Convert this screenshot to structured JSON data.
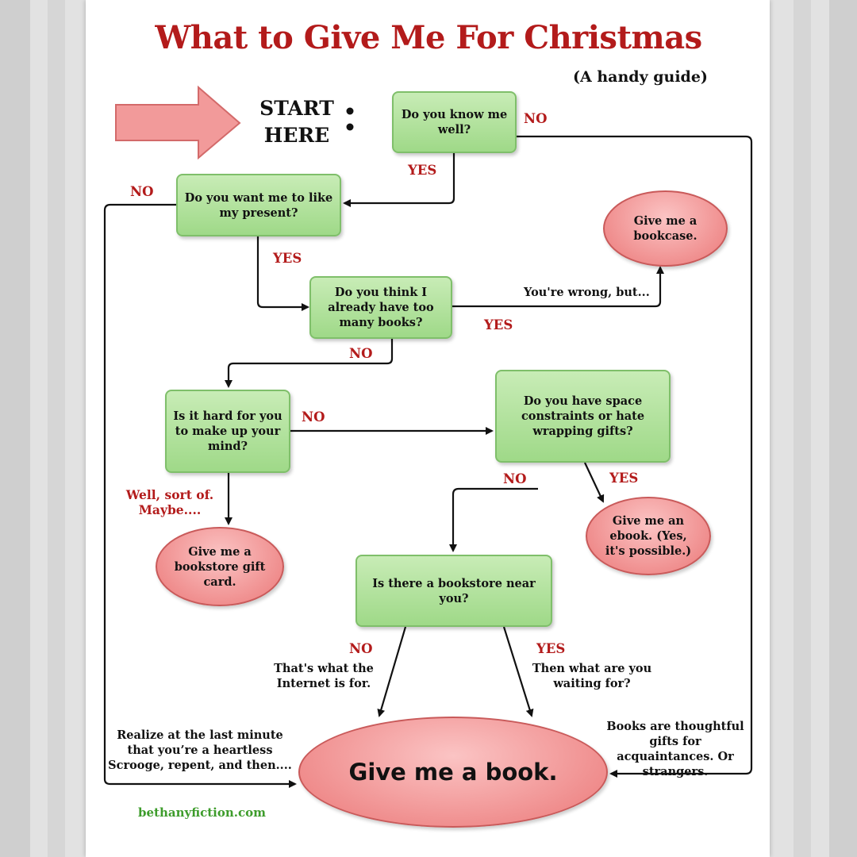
{
  "title": "What to Give Me For Christmas",
  "subtitle": "(A handy guide)",
  "start": {
    "line1": "START",
    "line2": "HERE"
  },
  "questions": {
    "know_me": "Do you know me well?",
    "like_present": "Do you want me to like my present?",
    "too_many_books": "Do you think I already have too many books?",
    "hard_to_decide": "Is it hard for you to make up your mind?",
    "space_constraints": "Do you have space constraints or hate wrapping gifts?",
    "bookstore_near": "Is there a bookstore near you?"
  },
  "outcomes": {
    "bookcase": "Give me a bookcase.",
    "ebook": "Give me an ebook. (Yes, it's possible.)",
    "gift_card": "Give me a bookstore gift card.",
    "book": "Give me a book."
  },
  "branch_labels": {
    "know_no": "NO",
    "know_yes": "YES",
    "like_no": "NO",
    "like_yes": "YES",
    "books_yes": "YES",
    "books_no": "NO",
    "hard_no": "NO",
    "space_no": "NO",
    "space_yes": "YES",
    "store_no": "NO",
    "store_yes": "YES"
  },
  "notes": {
    "wrong_but": "You're wrong, but...",
    "sort_of": "Well, sort of. Maybe....",
    "internet": "That's what the Internet is for.",
    "waiting": "Then what are you waiting for?",
    "scrooge": "Realize at the last minute that you’re a heartless Scrooge, repent, and then....",
    "thoughtful": "Books are thoughtful gifts for acquaintances. Or strangers."
  },
  "footer": "bethanyfiction.com",
  "colors": {
    "title_red": "#b31b1b",
    "question_green": "#a8dc92",
    "outcome_red": "#ef8b8b",
    "footer_green": "#3d9c2b",
    "start_arrow": "#f29a9a"
  }
}
